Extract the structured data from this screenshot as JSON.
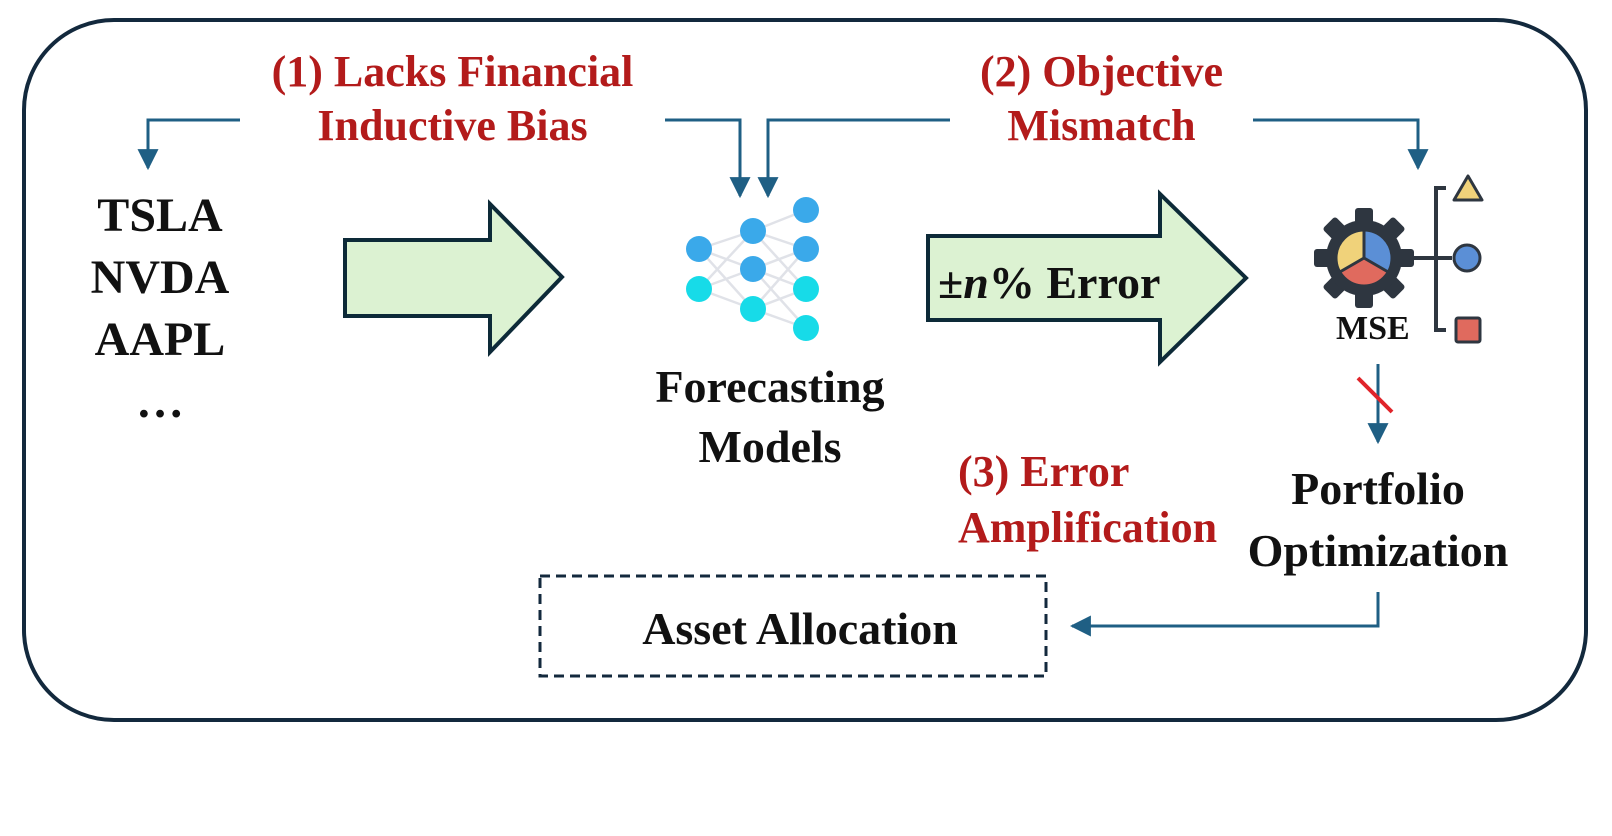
{
  "problems": {
    "p1": {
      "line1": "(1) Lacks Financial",
      "line2": "Inductive Bias"
    },
    "p2": {
      "line1": "(2) Objective",
      "line2": "Mismatch"
    },
    "p3": {
      "line1": "(3) Error",
      "line2": "Amplification"
    }
  },
  "tickers": [
    "TSLA",
    "NVDA",
    "AAPL",
    "…"
  ],
  "forecasting": {
    "line1": "Forecasting",
    "line2": "Models"
  },
  "error_arrow": {
    "prefix": "±",
    "n": "n",
    "suffix": "% Error"
  },
  "mse_label": "MSE",
  "portfolio": {
    "line1": "Portfolio",
    "line2": "Optimization"
  },
  "asset_allocation": "Asset Allocation",
  "colors": {
    "frame": "#13293d",
    "arrow_line": "#1f5f84",
    "problem_text": "#b31b1b",
    "block_arrow_fill": "#dcf2d2",
    "block_arrow_stroke": "#0d2a38",
    "node_blue": "#3aa9ea",
    "node_cyan": "#17dbe8",
    "gear": "#2e3640",
    "pie_yellow": "#f0d27a",
    "pie_blue": "#5b8fd6",
    "pie_red": "#e06a5e",
    "shape_circle": "#5b8fd6",
    "shape_square": "#e06a5e",
    "shape_triangle": "#f0d27a",
    "strike": "#e0242a"
  },
  "icons": [
    "neural-network-icon",
    "gear-pie-icon",
    "triangle-icon",
    "circle-icon",
    "square-icon",
    "strike-icon"
  ]
}
